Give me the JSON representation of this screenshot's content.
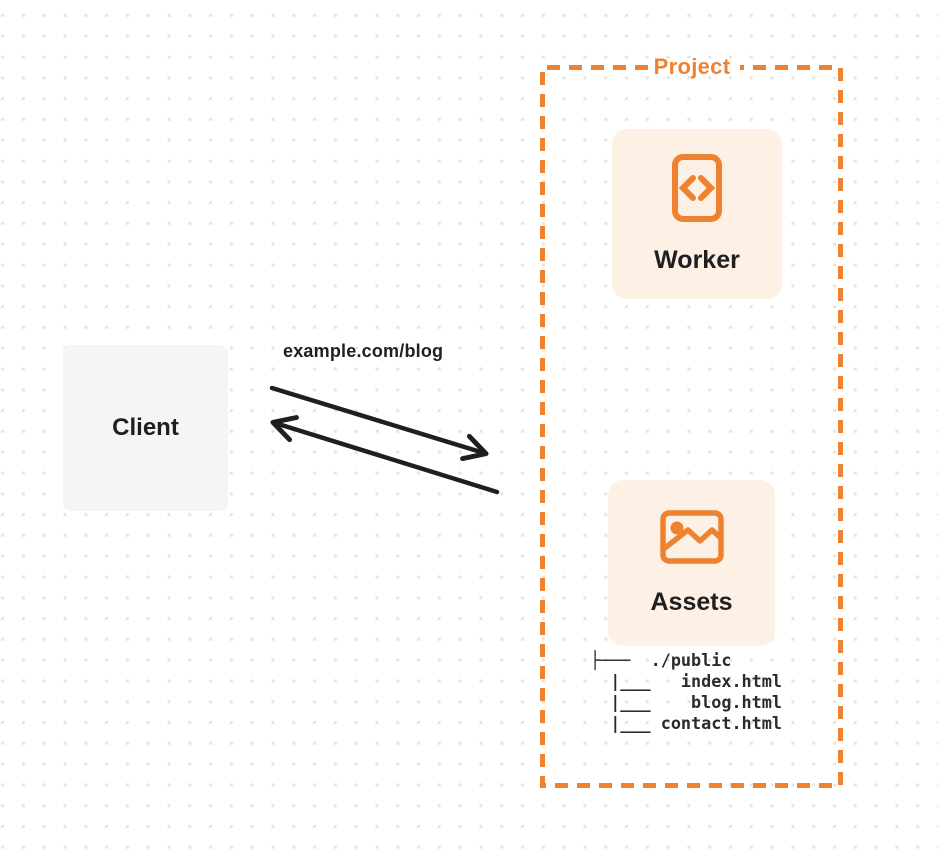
{
  "colors": {
    "orange": "#EE8230",
    "card_cream": "#FCF1E4",
    "card_gray": "#F5F5F6",
    "ink": "#1F1F1F",
    "tree_ink": "#2B2B2B",
    "dot": "#E4E4E4"
  },
  "project": {
    "label": "Project"
  },
  "worker": {
    "label": "Worker",
    "icon": "code-file-icon"
  },
  "assets": {
    "label": "Assets",
    "icon": "image-icon",
    "tree": "├───  ./public\n  |___   index.html\n  |___    blog.html\n  |___ contact.html"
  },
  "client": {
    "label": "Client"
  },
  "request": {
    "label": "example.com/blog"
  }
}
